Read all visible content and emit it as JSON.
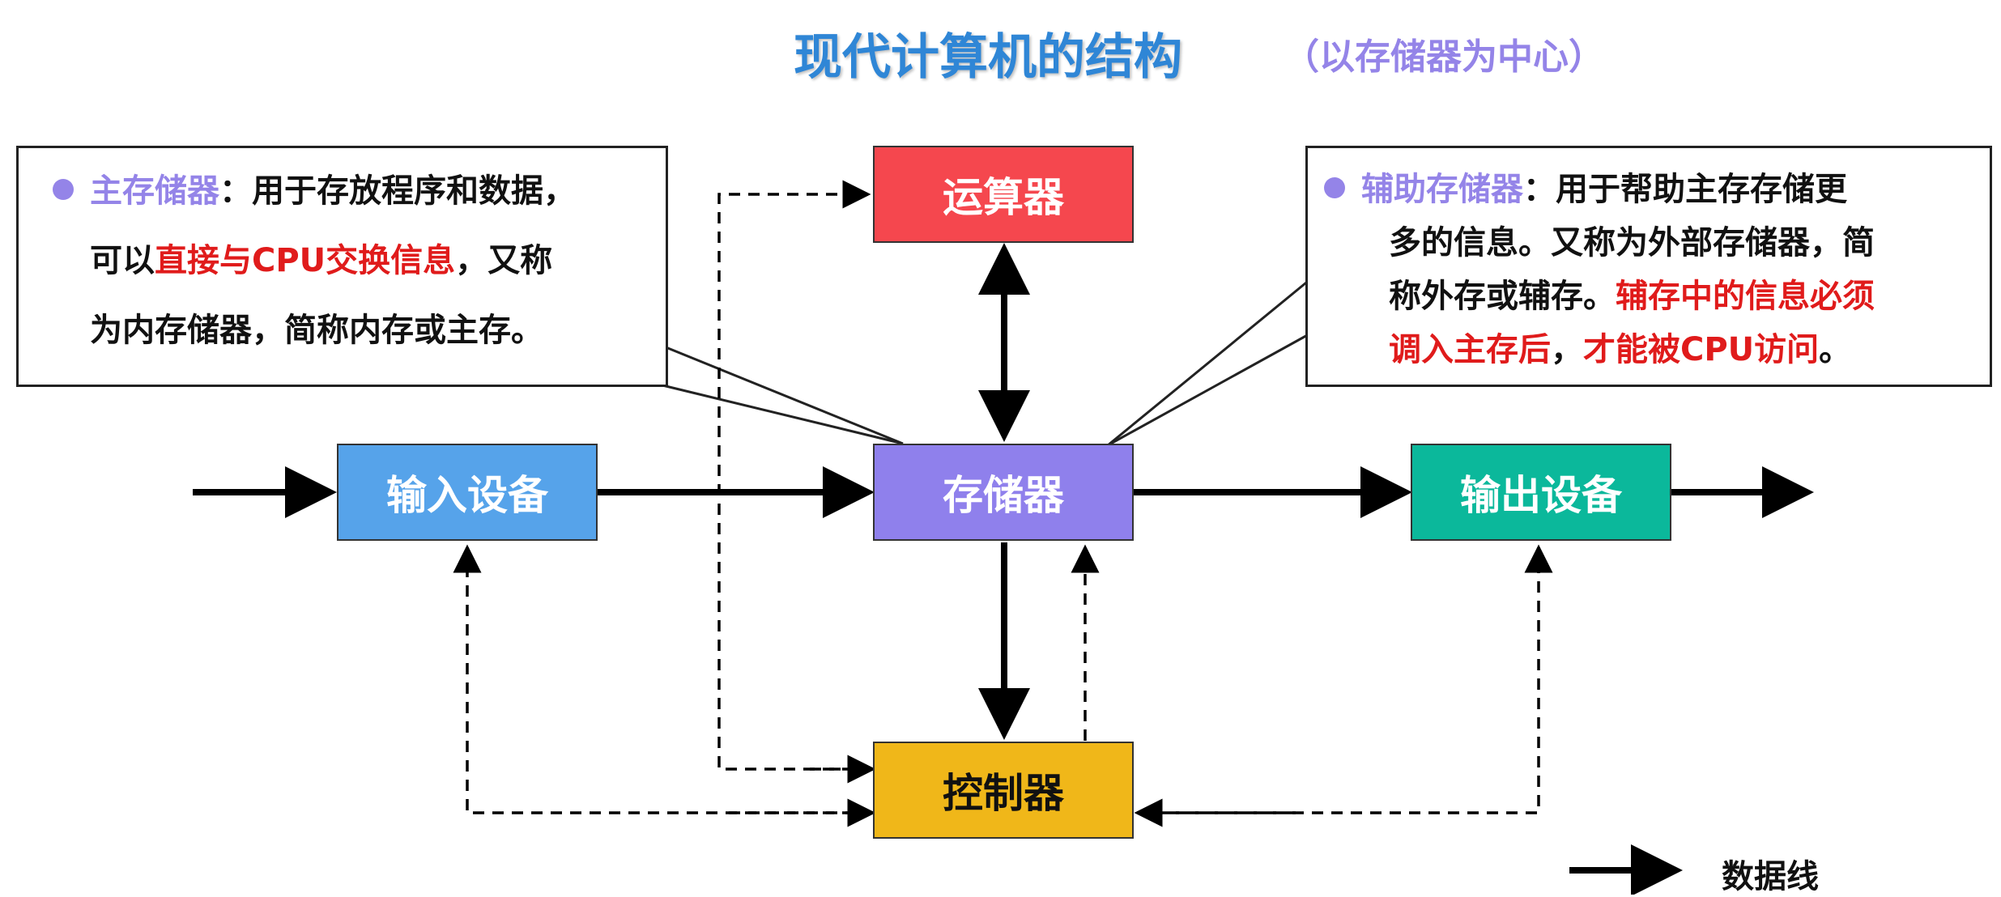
{
  "title": "现代计算机的结构",
  "subtitle": "（以存储器为中心）",
  "nodes": {
    "alu": {
      "label": "运算器",
      "color": "#f5474e"
    },
    "memory": {
      "label": "存储器",
      "color": "#8f80ec"
    },
    "input": {
      "label": "输入设备",
      "color": "#56a3ea"
    },
    "output": {
      "label": "输出设备",
      "color": "#0bb89b"
    },
    "control": {
      "label": "控制器",
      "color": "#f0b719"
    }
  },
  "callout_left": {
    "bullet_color": "#9484e8",
    "term": "主存储器",
    "line1_rest": "：用于存放程序和数据，",
    "line2_pre": "可以",
    "line2_highlight": "直接与CPU交换信息",
    "line2_post": "，又称",
    "line3": "为内存储器，简称内存或主存。"
  },
  "callout_right": {
    "bullet_color": "#9484e8",
    "term": "辅助存储器",
    "line1_rest": "：用于帮助主存存储更",
    "line2": "多的信息。又称为外部存储器，简",
    "line3_pre": "称外存或辅存。",
    "line3_highlight": "辅存中的信息必须",
    "line4_highlight1": "调入主存后",
    "line4_mid": "，",
    "line4_highlight2": "才能被CPU访问",
    "line4_post": "。"
  },
  "colors": {
    "term": "#9484e8",
    "highlight": "#e01b1b"
  },
  "legend": {
    "label": "数据线"
  }
}
